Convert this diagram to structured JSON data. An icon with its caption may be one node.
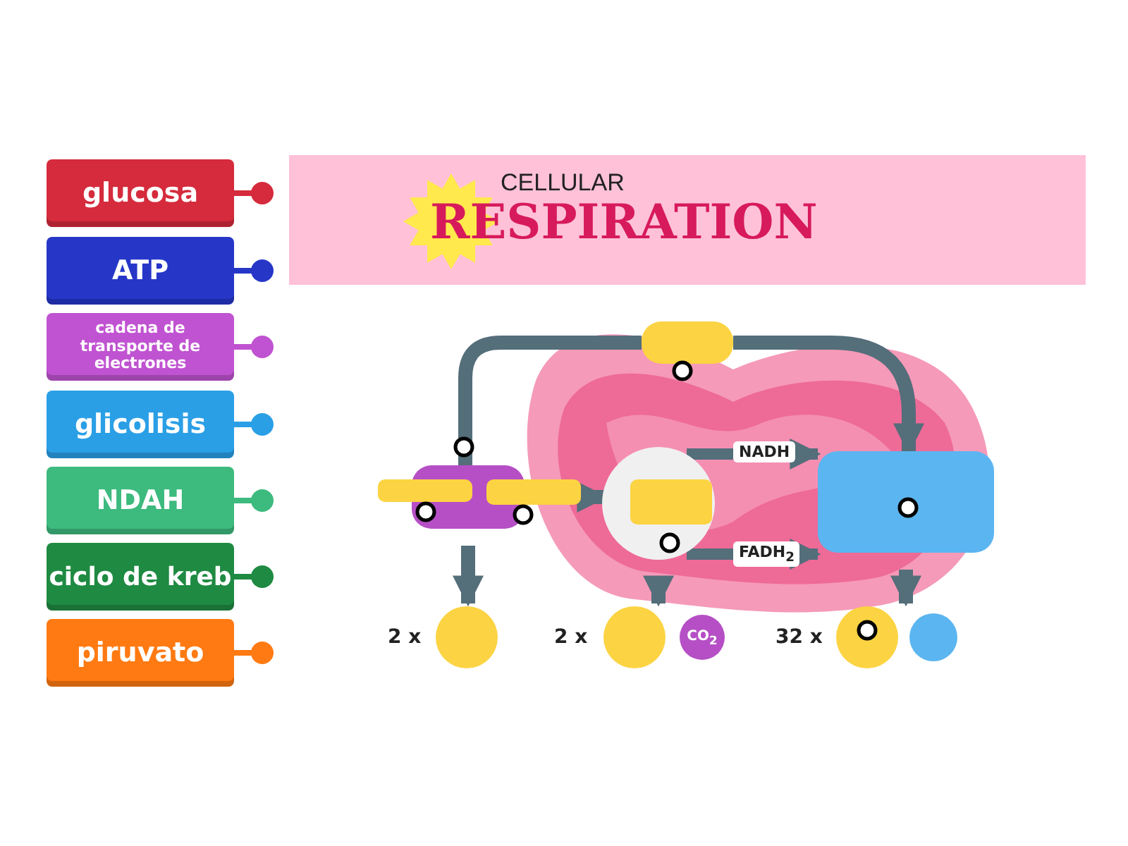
{
  "diagram": {
    "nodes": [
      {
        "text": [
          "glucosa"
        ]
      },
      {
        "text": [
          "ATP"
        ]
      },
      {
        "text": [
          "cadena de transporte de electrones"
        ]
      },
      {
        "text": [
          "glicolisis"
        ]
      },
      {
        "text": [
          "NDAH"
        ]
      },
      {
        "text": [
          "ciclo de kreb"
        ]
      },
      {
        "text": [
          "piruvato"
        ]
      },
      {
        "text": [],
        "shape": "box"
      },
      {
        "text": [],
        "shape": "circle"
      },
      {
        "text": [],
        "shape": "box"
      },
      {
        "text": [],
        "shape": "box"
      },
      {
        "text": [],
        "shape": "circle"
      },
      {
        "text": [],
        "shape": "circle"
      },
      {
        "text": [
          "CO$_{2}$"
        ]
      },
      {
        "text": [],
        "shape": "circle"
      },
      {
        "text": [],
        "shape": "circle"
      }
    ],
    "edges": [
      {
        "from": 7,
        "to": 8,
        "arrow": "to"
      },
      {
        "from": 7,
        "to": 10,
        "arrow": "none"
      },
      {
        "from": 10,
        "to": 9,
        "arrow": "to"
      },
      {
        "from": 8,
        "to": 9,
        "arrow": "to",
        "label": "NADH"
      },
      {
        "from": 8,
        "to": 9,
        "arrow": "to",
        "label": "FADH$_{2}$"
      },
      {
        "from": 7,
        "to": 11,
        "arrow": "to"
      },
      {
        "from": 8,
        "to": 12,
        "arrow": "to"
      },
      {
        "from": 9,
        "to": 14,
        "arrow": "to"
      }
    ],
    "labels": [
      "CELLULAR",
      "RESPIRATION",
      "2 x",
      "2 x",
      "32 x"
    ]
  }
}
